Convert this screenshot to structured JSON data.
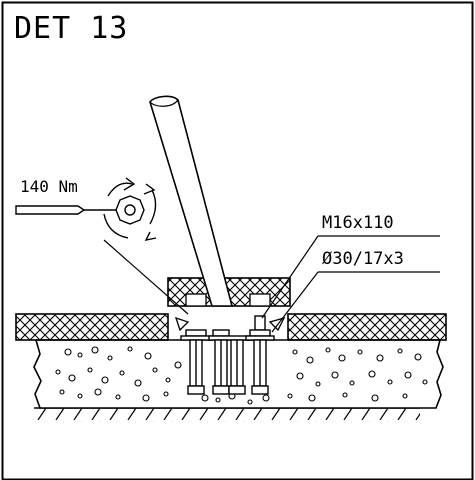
{
  "detail": {
    "title": "DET 13"
  },
  "annotations": {
    "torque": "140 Nm",
    "bolt": "M16x110",
    "washer": "Ø30/17x3"
  },
  "colors": {
    "line": "#000000",
    "background": "#ffffff"
  },
  "icons": {
    "wrench": "wrench-icon",
    "rotation_arrows": "rotation-arrows-icon",
    "nut": "hex-nut-icon"
  }
}
